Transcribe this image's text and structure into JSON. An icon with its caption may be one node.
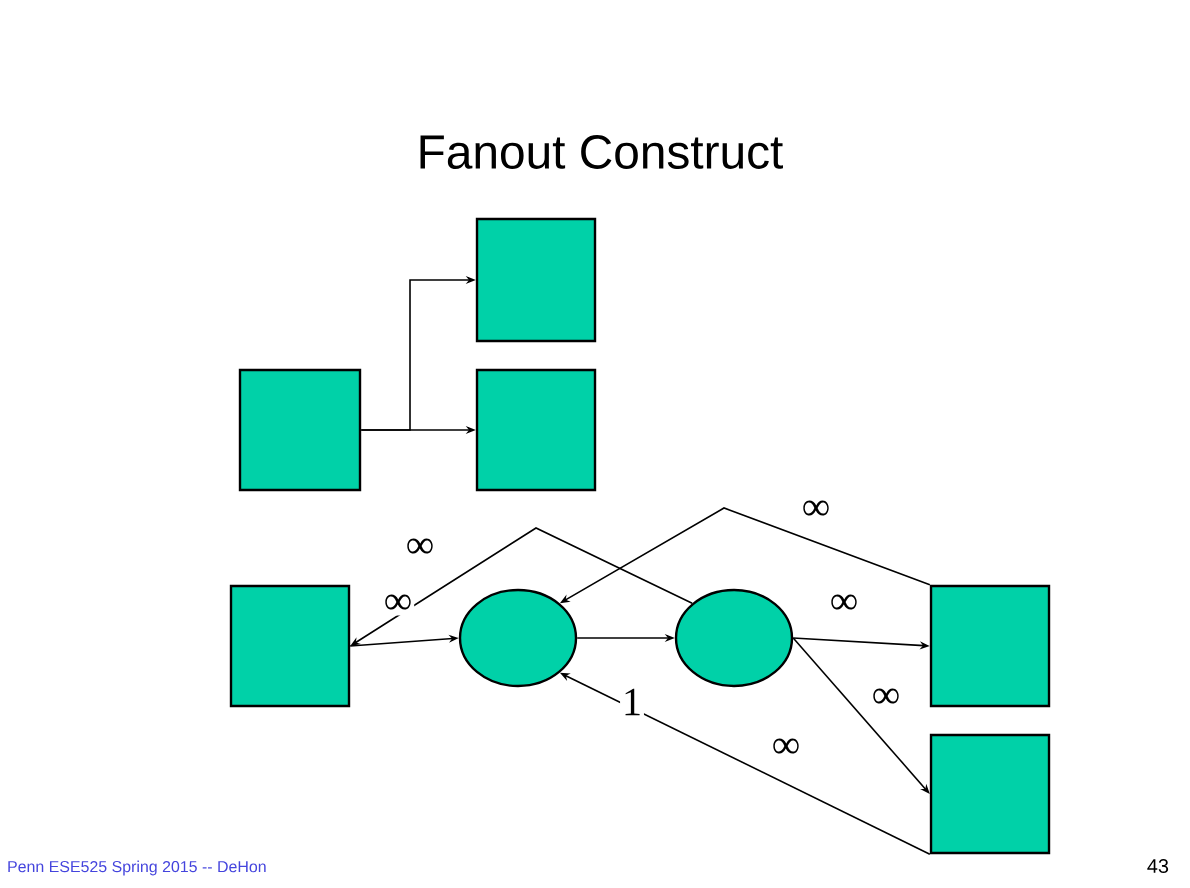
{
  "diagram": {
    "title": "Fanout Construct",
    "nodes": [
      {
        "text": [],
        "shape": "box"
      },
      {
        "text": [],
        "shape": "box"
      },
      {
        "text": [],
        "shape": "box"
      },
      {
        "text": [],
        "shape": "box"
      },
      {
        "text": [],
        "shape": "ellipse"
      },
      {
        "text": [],
        "shape": "ellipse"
      },
      {
        "text": [],
        "shape": "box"
      },
      {
        "text": [],
        "shape": "box"
      }
    ],
    "edges": [
      {
        "from": 0,
        "to": 1,
        "arrow": "to"
      },
      {
        "from": 0,
        "to": 2,
        "arrow": "to"
      },
      {
        "from": 3,
        "to": 4,
        "arrow": "to",
        "label": "∞"
      },
      {
        "from": 4,
        "to": 5,
        "arrow": "to",
        "label": "1"
      },
      {
        "from": 5,
        "to": 6,
        "arrow": "to",
        "label": "∞"
      },
      {
        "from": 5,
        "to": 7,
        "arrow": "to",
        "label": "∞"
      },
      {
        "from": 7,
        "to": 4,
        "arrow": "to",
        "label": "∞"
      },
      {
        "from": 5,
        "to": 3,
        "arrow": "to",
        "label": "∞"
      },
      {
        "from": 6,
        "to": 4,
        "arrow": "to",
        "label": "∞"
      }
    ],
    "labels": [
      "Penn ESE525 Spring 2015 -- DeHon",
      "43"
    ]
  }
}
